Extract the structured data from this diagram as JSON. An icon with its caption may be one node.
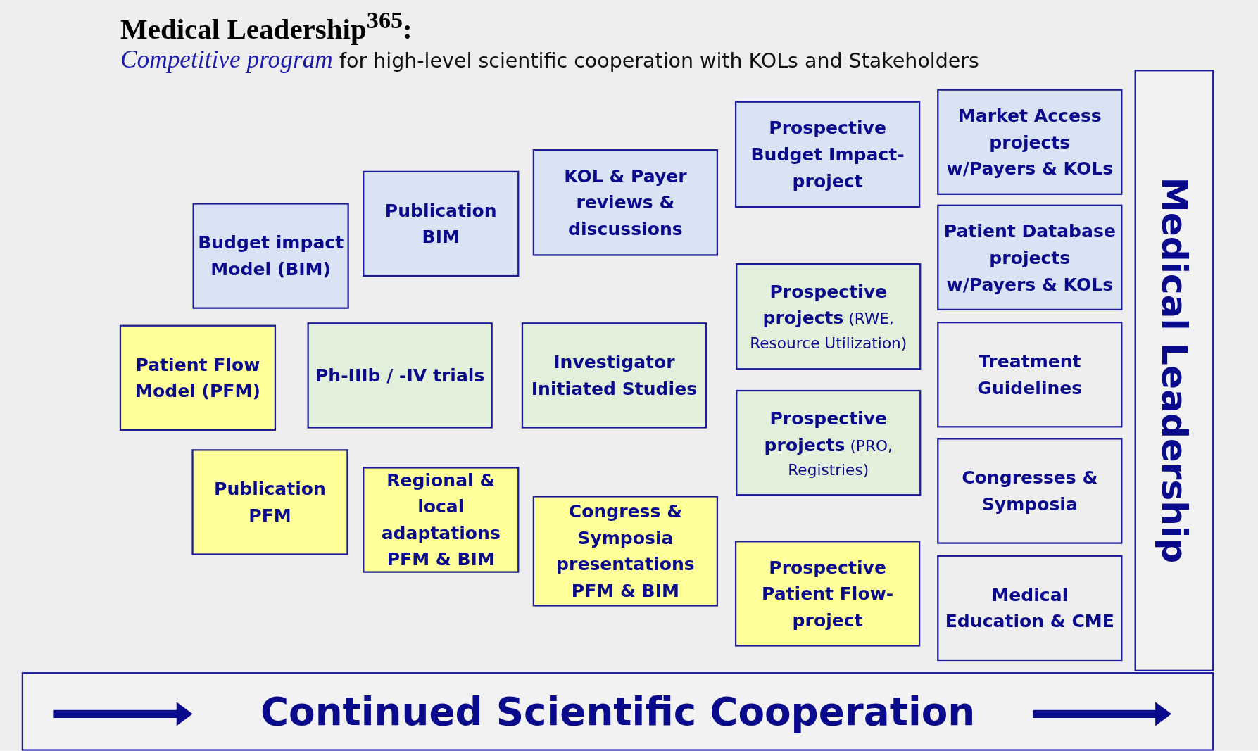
{
  "diagram": {
    "title": "Medical Leadership$^{365}$:",
    "nodes": [
      {
        "text": [
          "Budget impact Model (BIM)"
        ]
      },
      {
        "text": [
          "Publication BIM"
        ]
      },
      {
        "text": [
          "KOL & Payer reviews & discussions"
        ]
      },
      {
        "text": [
          "Prospective Budget Impact-project"
        ]
      },
      {
        "text": [
          "Market Access projects w/Payers & KOLs"
        ]
      },
      {
        "text": [
          "Patient Database projects w/Payers & KOLs"
        ]
      },
      {
        "text": [
          "Patient Flow Model (PFM)"
        ]
      },
      {
        "text": [
          "Ph-IIIb / -IV trials"
        ]
      },
      {
        "text": [
          "Investigator Initiated Studies"
        ]
      },
      {
        "text": [
          "**Prospective projects** (RWE, Resource Utilization)"
        ]
      },
      {
        "text": [
          "Treatment Guidelines"
        ]
      },
      {
        "text": [
          "**Prospective projects** (PRO, Registries)"
        ]
      },
      {
        "text": [
          "Publication PFM"
        ]
      },
      {
        "text": [
          "Regional & local adaptations PFM & BIM"
        ]
      },
      {
        "text": [
          "Congress & Symposia presentations PFM & BIM"
        ]
      },
      {
        "text": [
          "Prospective Patient Flow-project"
        ]
      },
      {
        "text": [
          "Congresses & Symposia"
        ]
      },
      {
        "text": [
          "Medical Education & CME"
        ]
      },
      {
        "text": [
          "Medical Leadership"
        ]
      },
      {
        "text": [
          "Continued Scientific Cooperation"
        ]
      }
    ],
    "labels": [
      "*Competitive program* for high-level scientific cooperation with KOLs and Stakeholders"
    ]
  }
}
